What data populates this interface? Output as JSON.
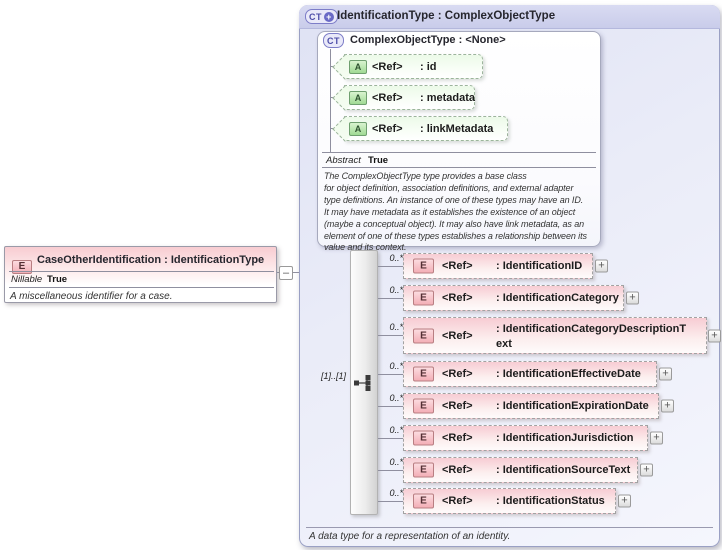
{
  "icons": {
    "expand": "+",
    "collapse": "–"
  },
  "root_element": {
    "badge": "E",
    "title": "CaseOtherIdentification : IdentificationType",
    "property_label": "Nillable",
    "property_value": "True",
    "description": "A miscellaneous identifier for a case."
  },
  "type_box": {
    "badge": "CT",
    "title": "IdentificationType : ComplexObjectType",
    "footer_description": "A data type for a representation of an identity."
  },
  "base_type_box": {
    "badge": "CT",
    "title": "ComplexObjectType : <None>",
    "abstract_label": "Abstract",
    "abstract_value": "True",
    "description": "The ComplexObjectType type provides a base class\nfor object definition, association definitions, and external adapter\ntype definitions. An instance of one of these types may have an ID.\nIt may have metadata as it establishes the existence of an object\n(maybe a conceptual object). It may also have link metadata, as an\nelement of one of these types establishes a relationship between its\nvalue and its context.",
    "attributes": [
      {
        "badge": "A",
        "ref": "<Ref>",
        "name": ": id"
      },
      {
        "badge": "A",
        "ref": "<Ref>",
        "name": ": metadata"
      },
      {
        "badge": "A",
        "ref": "<Ref>",
        "name": ": linkMetadata"
      }
    ]
  },
  "sequence": {
    "cardinality": "[1]..[1]"
  },
  "elements": [
    {
      "mult": "0..*",
      "badge": "E",
      "ref": "<Ref>",
      "name": ": IdentificationID"
    },
    {
      "mult": "0..*",
      "badge": "E",
      "ref": "<Ref>",
      "name": ": IdentificationCategory"
    },
    {
      "mult": "0..*",
      "badge": "E",
      "ref": "<Ref>",
      "name": ": IdentificationCategoryDescriptionText"
    },
    {
      "mult": "0..*",
      "badge": "E",
      "ref": "<Ref>",
      "name": ": IdentificationEffectiveDate"
    },
    {
      "mult": "0..*",
      "badge": "E",
      "ref": "<Ref>",
      "name": ": IdentificationExpirationDate"
    },
    {
      "mult": "0..*",
      "badge": "E",
      "ref": "<Ref>",
      "name": ": IdentificationJurisdiction"
    },
    {
      "mult": "0..*",
      "badge": "E",
      "ref": "<Ref>",
      "name": ": IdentificationSourceText"
    },
    {
      "mult": "0..*",
      "badge": "E",
      "ref": "<Ref>",
      "name": ": IdentificationStatus"
    }
  ]
}
